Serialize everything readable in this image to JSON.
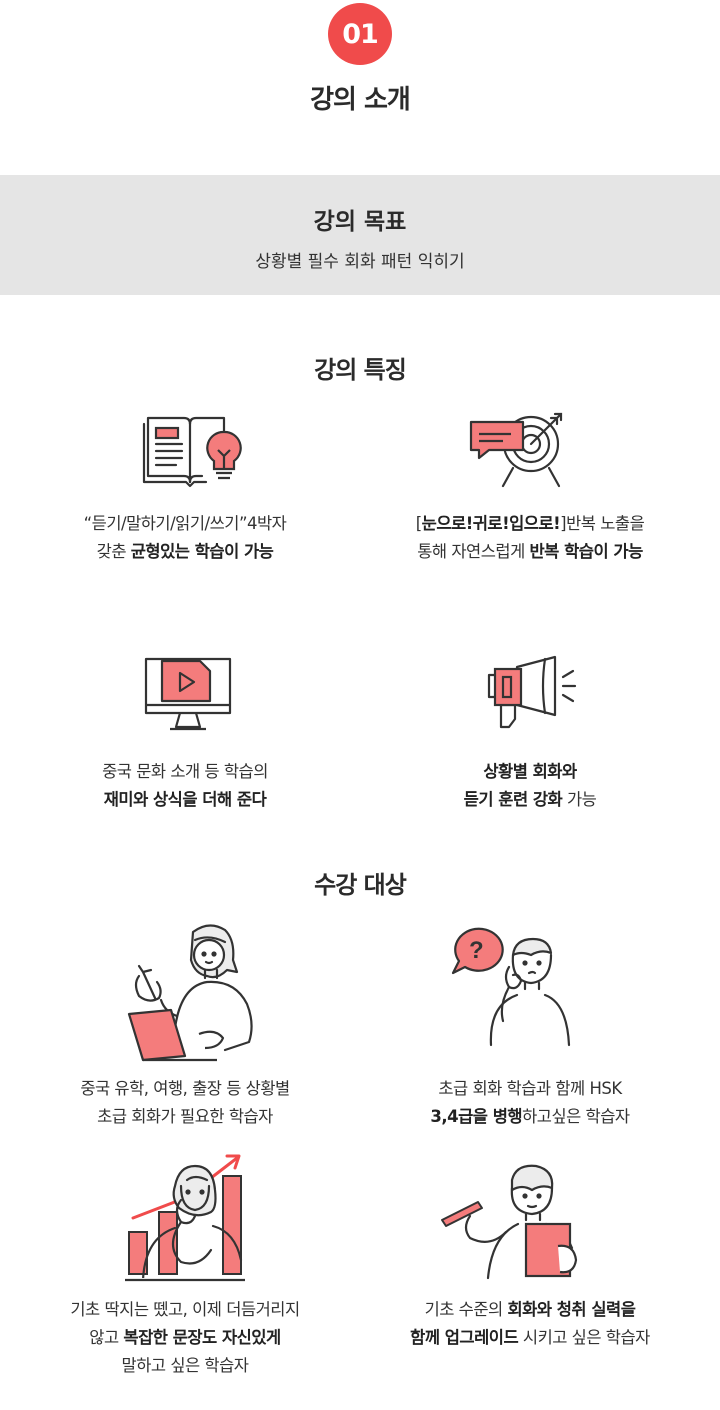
{
  "badge": "01",
  "page_title": "강의 소개",
  "goal": {
    "title": "강의 목표",
    "text": "상황별 필수 회화 패턴 익히기"
  },
  "features": {
    "title": "강의 특징",
    "items": [
      {
        "icon": "book-lightbulb-icon",
        "l1": "“듣기/말하기/읽기/쓰기”4박자",
        "l2a": "갖춘 ",
        "l2b": "균형있는 학습이 가능"
      },
      {
        "icon": "speech-target-icon",
        "l1a": "[",
        "l1b": "눈으로!귀로!입으로!",
        "l1c": "]반복 노출을",
        "l2a": "통해 자연스럽게 ",
        "l2b": "반복 학습이 가능"
      },
      {
        "icon": "video-monitor-icon",
        "l1": "중국 문화 소개 등 학습의",
        "l2b": "재미와 상식을 더해 준다"
      },
      {
        "icon": "megaphone-icon",
        "l1b": "상황별 회화와",
        "l2b": "듣기 훈련 강화",
        "l2c": " 가능"
      }
    ]
  },
  "targets": {
    "title": "수강 대상",
    "items": [
      {
        "icon": "student-laptop-icon",
        "l1": "중국 유학, 여행, 출장 등 상황별",
        "l2": "초급 회화가 필요한 학습자"
      },
      {
        "icon": "question-person-icon",
        "l1": "초급 회화 학습과 함께 HSK",
        "l2b": "3,4급을 병행",
        "l2c": "하고싶은 학습자"
      },
      {
        "icon": "growth-chart-person-icon",
        "l1": "기초 딱지는 뗐고, 이제 더듬거리지",
        "l2a": "않고 ",
        "l2b": "복잡한 문장도 자신있게",
        "l3": "말하고 싶은 학습자"
      },
      {
        "icon": "pen-clipboard-person-icon",
        "l1a": "기초 수준의 ",
        "l1b": "회화와 청취 실력을",
        "l2b": "함께 업그레이드",
        "l2c": " 시키고 싶은 학습자"
      }
    ]
  },
  "colors": {
    "accent": "#f04b4b",
    "accent_light": "#f47c7c",
    "band": "#e5e5e5",
    "text": "#333333"
  }
}
